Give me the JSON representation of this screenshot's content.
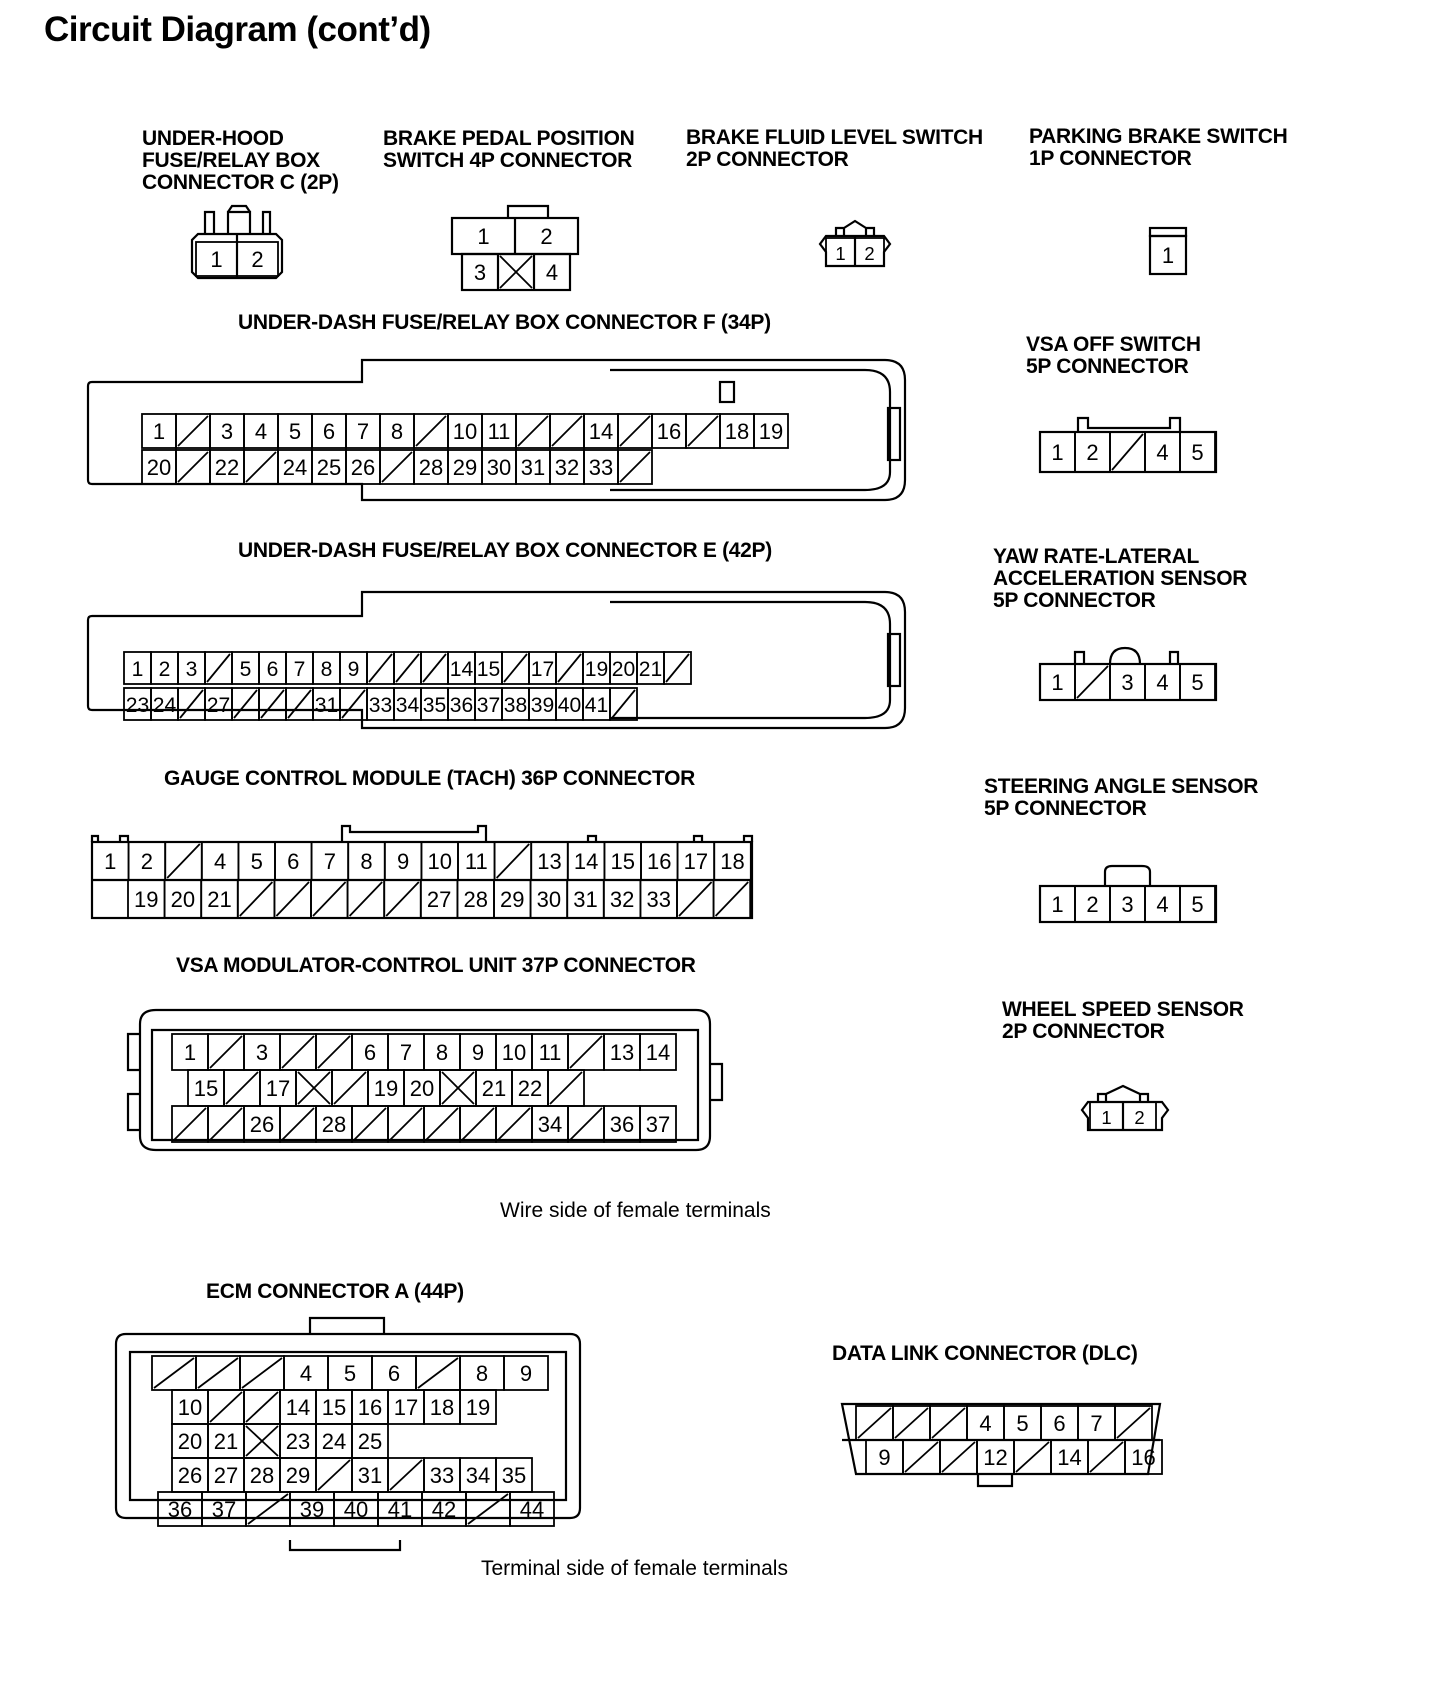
{
  "title": "Circuit Diagram (cont’d)",
  "notes": {
    "wire_side": "Wire side of female terminals",
    "terminal_side": "Terminal side of female terminals"
  },
  "connectors": [
    {
      "id": "underhood-c",
      "label": "UNDER-HOOD\nFUSE/RELAY BOX\nCONNECTOR C (2P)",
      "rows": [
        [
          "1",
          "2"
        ]
      ]
    },
    {
      "id": "brake-pedal",
      "label": "BRAKE PEDAL POSITION\nSWITCH 4P CONNECTOR",
      "rows": [
        [
          "1",
          "2"
        ],
        [
          "3",
          "x",
          "4"
        ]
      ]
    },
    {
      "id": "brake-fluid",
      "label": "BRAKE FLUID LEVEL SWITCH\n2P CONNECTOR",
      "rows": [
        [
          "1",
          "2"
        ]
      ]
    },
    {
      "id": "parking-brake",
      "label": "PARKING BRAKE SWITCH\n1P CONNECTOR",
      "rows": [
        [
          "1"
        ]
      ]
    },
    {
      "id": "underdash-f",
      "label": "UNDER-DASH FUSE/RELAY BOX CONNECTOR F (34P)",
      "rows": [
        [
          "1",
          "/",
          "3",
          "4",
          "5",
          "6",
          "7",
          "8",
          "/",
          "10",
          "11",
          "/",
          "/",
          "14",
          "/",
          "16",
          "/",
          "18",
          "19"
        ],
        [
          "20",
          "/",
          "22",
          "/",
          "24",
          "25",
          "26",
          "/",
          "28",
          "29",
          "30",
          "31",
          "32",
          "33",
          "/"
        ]
      ]
    },
    {
      "id": "vsa-off",
      "label": "VSA OFF SWITCH\n5P CONNECTOR",
      "rows": [
        [
          "1",
          "2",
          "/",
          "4",
          "5"
        ]
      ]
    },
    {
      "id": "underdash-e",
      "label": "UNDER-DASH FUSE/RELAY BOX CONNECTOR E (42P)",
      "rows": [
        [
          "1",
          "2",
          "3",
          "/",
          "5",
          "6",
          "7",
          "8",
          "9",
          "/",
          "/",
          "/",
          "14",
          "15",
          "/",
          "17",
          "/",
          "19",
          "20",
          "21",
          "/"
        ],
        [
          "23",
          "24",
          "/",
          "27",
          "/",
          "/",
          "/",
          "31",
          "/",
          "33",
          "34",
          "35",
          "36",
          "37",
          "38",
          "39",
          "40",
          "41",
          "/"
        ]
      ]
    },
    {
      "id": "yaw-rate",
      "label": "YAW RATE-LATERAL\nACCELERATION SENSOR\n5P CONNECTOR",
      "rows": [
        [
          "1",
          "/",
          "3",
          "4",
          "5"
        ]
      ]
    },
    {
      "id": "gauge",
      "label": "GAUGE CONTROL MODULE (TACH) 36P CONNECTOR",
      "rows": [
        [
          "1",
          "2",
          "/",
          "4",
          "5",
          "6",
          "7",
          "8",
          "9",
          "10",
          "11",
          "/",
          "13",
          "14",
          "15",
          "16",
          "17",
          "18"
        ],
        [
          "19",
          "20",
          "21",
          "/",
          "/",
          "/",
          "/",
          "/",
          "27",
          "28",
          "29",
          "30",
          "31",
          "32",
          "33",
          "/",
          "/"
        ]
      ]
    },
    {
      "id": "steering",
      "label": "STEERING ANGLE SENSOR\n5P CONNECTOR",
      "rows": [
        [
          "1",
          "2",
          "3",
          "4",
          "5"
        ]
      ]
    },
    {
      "id": "vsa-mod",
      "label": "VSA MODULATOR-CONTROL UNIT 37P CONNECTOR",
      "rows": [
        [
          "1",
          "/",
          "3",
          "/",
          "/",
          "6",
          "7",
          "8",
          "9",
          "10",
          "11",
          "/",
          "13",
          "14"
        ],
        [
          "15",
          "/",
          "17",
          "x",
          "/",
          "19",
          "20",
          "x",
          "21",
          "22",
          "/"
        ],
        [
          "/",
          "/",
          "26",
          "/",
          "28",
          "/",
          "/",
          "/",
          "/",
          "/",
          "34",
          "/",
          "36",
          "37"
        ]
      ]
    },
    {
      "id": "wheel-speed",
      "label": "WHEEL SPEED SENSOR\n2P CONNECTOR",
      "rows": [
        [
          "1",
          "2"
        ]
      ]
    },
    {
      "id": "ecm-a",
      "label": "ECM CONNECTOR A (44P)",
      "rows": [
        [
          "/",
          "/",
          "/",
          "4",
          "5",
          "6",
          "/",
          "8",
          "9"
        ],
        [
          "10",
          "/",
          "/",
          "14",
          "15",
          "16",
          "17",
          "18",
          "19"
        ],
        [
          "20",
          "21",
          "x",
          "23",
          "24",
          "25"
        ],
        [
          "26",
          "27",
          "28",
          "29",
          "/",
          "31",
          "/",
          "33",
          "34",
          "35"
        ],
        [
          "36",
          "37",
          "/",
          "39",
          "40",
          "41",
          "42",
          "/",
          "44"
        ]
      ]
    },
    {
      "id": "dlc",
      "label": "DATA LINK CONNECTOR (DLC)",
      "rows": [
        [
          "/",
          "/",
          "/",
          "4",
          "5",
          "6",
          "7",
          "/"
        ],
        [
          "9",
          "/",
          "/",
          "12",
          "/",
          "14",
          "/",
          "16"
        ]
      ]
    }
  ]
}
